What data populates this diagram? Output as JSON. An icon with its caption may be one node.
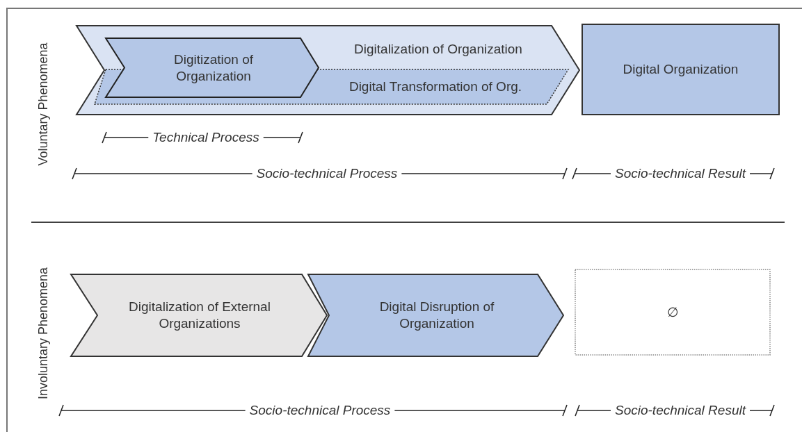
{
  "diagram": {
    "nodes": [
      {
        "text": [
          "Digitalization of Organization"
        ]
      },
      {
        "text": [
          "Digitization of Organization"
        ],
        "in": 0
      },
      {
        "text": [
          "Digital Transformation of Org."
        ],
        "in": 0
      },
      {
        "text": [
          "Digital Organization"
        ]
      },
      {
        "text": [
          "Digitalization of External Organizations"
        ]
      },
      {
        "text": [
          "Digital Disruption of Organization"
        ]
      },
      {
        "text": [
          "∅"
        ]
      }
    ],
    "labels": [
      "Voluntary Phenomena",
      "Technical Process",
      "Socio-technical Process",
      "Socio-technical Result",
      "Involuntary Phenomena",
      "Socio-technical Process",
      "Socio-technical Result"
    ]
  }
}
